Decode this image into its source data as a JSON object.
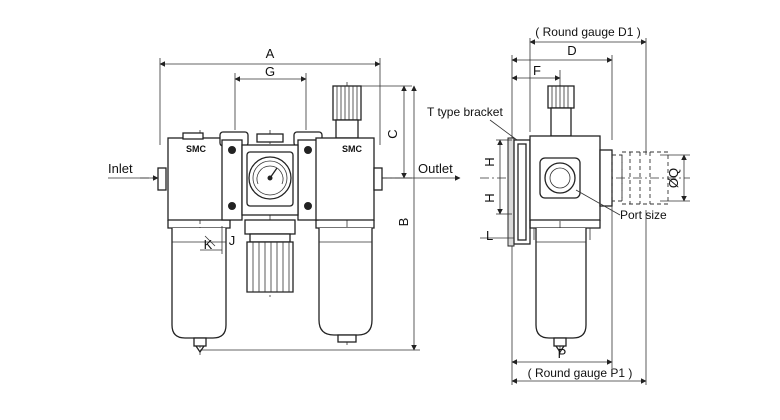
{
  "labels": {
    "A": "A",
    "G": "G",
    "C": "C",
    "B": "B",
    "K": "K",
    "J": "J",
    "inlet": "Inlet",
    "outlet": "Outlet",
    "round_gauge_d1": "( Round gauge D1 )",
    "D": "D",
    "F": "F",
    "t_type_bracket": "T type bracket",
    "H_top": "H",
    "H_bottom": "H",
    "L": "L",
    "phiQ": "ØQ",
    "port_size": "Port size",
    "P": "P",
    "round_gauge_p1": "( Round gauge P1 )",
    "brand_left": "SMC",
    "brand_right": "SMC"
  }
}
